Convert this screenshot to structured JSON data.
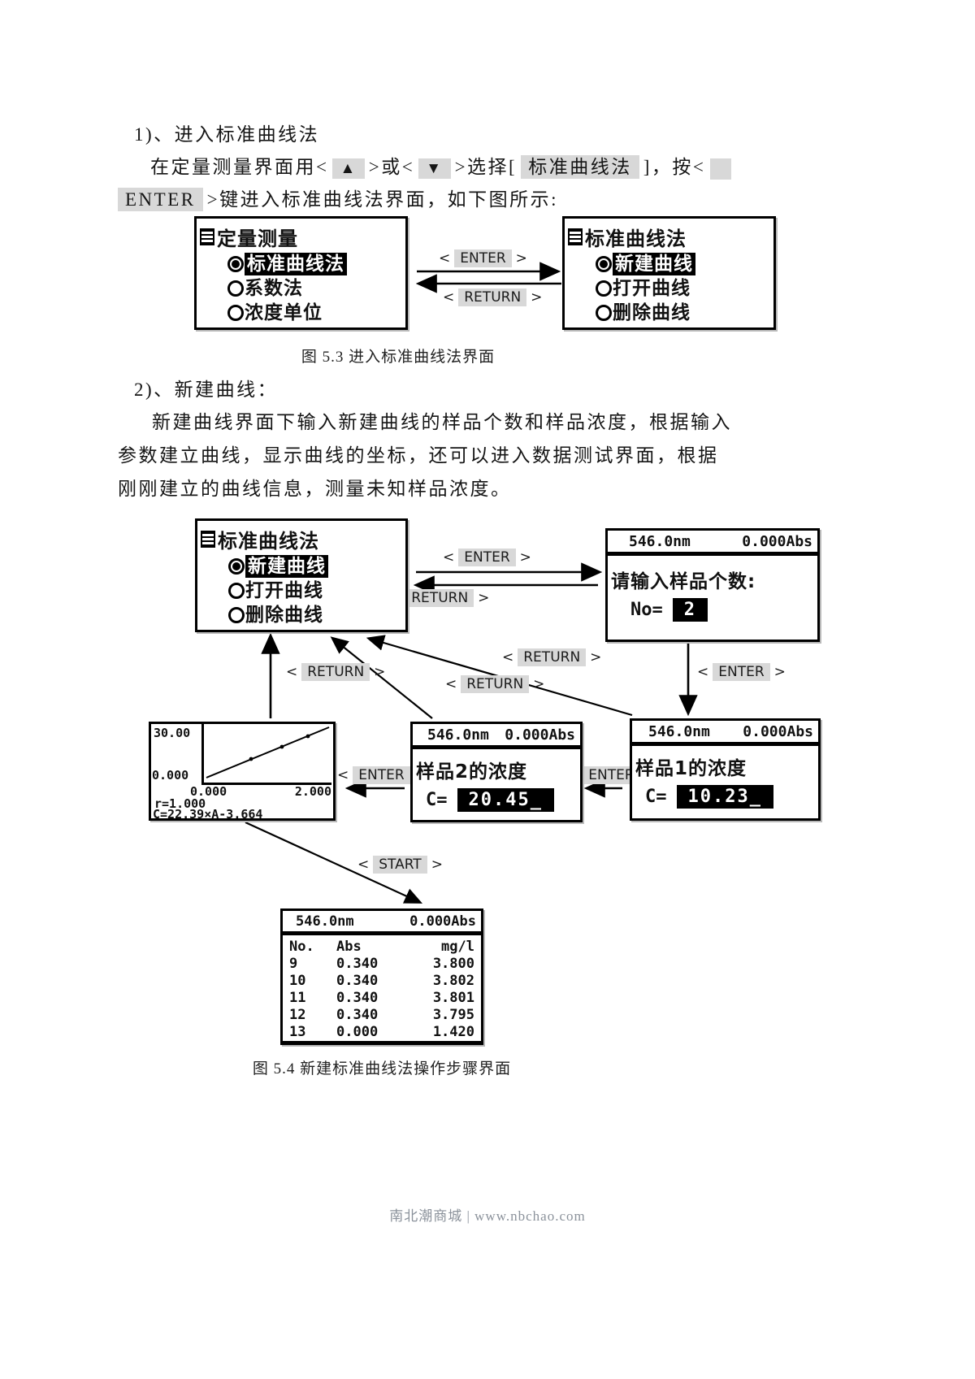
{
  "colors": {
    "highlight": "#d8d8d8",
    "ink": "#000000",
    "footer_text": "#8b929b"
  },
  "section1": {
    "heading": "1)、进入标准曲线法",
    "line2": {
      "t1": "在定量测量界面用<",
      "k1": "▲",
      "t2": ">或<",
      "k2": "▼",
      "t3": ">选择[",
      "k3": "标准曲线法",
      "t4": "]，按<"
    },
    "line3": {
      "k1": "ENTER",
      "t1": ">键进入标准曲线法界面，如下图所示:"
    }
  },
  "fig53": {
    "caption": "图 5.3 进入标准曲线法界面",
    "screen_quant": {
      "title": "定量测量",
      "items": [
        {
          "label": "标准曲线法"
        },
        {
          "label": "系数法"
        },
        {
          "label": "浓度单位"
        }
      ]
    },
    "screen_std": {
      "title": "标准曲线法",
      "items": [
        {
          "label": "新建曲线"
        },
        {
          "label": "打开曲线"
        },
        {
          "label": "删除曲线"
        }
      ]
    },
    "enter_label": {
      "pre": "<",
      "key": "ENTER",
      "post": ">"
    },
    "return_label": {
      "pre": "<",
      "key": "RETURN",
      "post": ">"
    }
  },
  "section2": {
    "heading": "2)、新建曲线：",
    "para": [
      "新建曲线界面下输入新建曲线的样品个数和样品浓度，根据输入",
      "参数建立曲线，显示曲线的坐标，还可以进入数据测试界面，根据",
      "刚刚建立的曲线信息，测量未知样品浓度。"
    ]
  },
  "fig54": {
    "caption": "图 5.4 新建标准曲线法操作步骤界面",
    "screen_std": {
      "title": "标准曲线法",
      "items": [
        {
          "label": "新建曲线"
        },
        {
          "label": "打开曲线"
        },
        {
          "label": "删除曲线"
        }
      ]
    },
    "screen_no": {
      "wavelength": "546.0nm",
      "abs_value": "0.000Abs",
      "prompt": "请输入样品个数:",
      "field": "No=",
      "value": "2"
    },
    "screen_sample1": {
      "wavelength": "546.0nm",
      "abs_value": "0.000Abs",
      "prompt": "样品1的浓度",
      "field": "C=",
      "value": "10.23_"
    },
    "screen_sample2": {
      "wavelength": "546.0nm",
      "abs_value": "0.000Abs",
      "prompt": "样品2的浓度",
      "field": "C=",
      "value": "20.45_"
    },
    "screen_curve": {
      "y_max": "30.00",
      "y_min": "0.000",
      "x_min": "0.000",
      "x_max": "2.000",
      "r_text": "r=1.000",
      "equation": "C=22.39×A-3.664"
    },
    "screen_table": {
      "wavelength": "546.0nm",
      "abs_value": "0.000Abs",
      "columns": [
        "No.",
        "Abs",
        "mg/l"
      ],
      "rows": [
        [
          "9",
          "0.340",
          "3.800"
        ],
        [
          "10",
          "0.340",
          "3.802"
        ],
        [
          "11",
          "0.340",
          "3.801"
        ],
        [
          "12",
          "0.340",
          "3.795"
        ],
        [
          "13",
          "0.000",
          "1.420"
        ]
      ]
    },
    "labels": {
      "enter_top": {
        "pre": "<",
        "key": "ENTER",
        "post": ">"
      },
      "return_top": {
        "pre": "<",
        "key": "RETURN",
        "post": ">"
      },
      "return_up": {
        "pre": "<",
        "key": "RETURN",
        "post": ">"
      },
      "return_diag_a": {
        "pre": "<",
        "key": "RETURN",
        "post": ">"
      },
      "return_diag_b": {
        "pre": "<",
        "key": "RETURN",
        "post": ">"
      },
      "enter_down": {
        "pre": "<",
        "key": "ENTER",
        "post": ">"
      },
      "enter_left_1": {
        "pre": "<",
        "key": "ENTER",
        "post": ">"
      },
      "enter_left_2": {
        "pre": "<",
        "key": "ENTER",
        "post": ">"
      },
      "start": {
        "pre": "<",
        "key": "START",
        "post": ">"
      }
    }
  },
  "footer": {
    "text": "南北潮商城 | www.nbchao.com"
  }
}
